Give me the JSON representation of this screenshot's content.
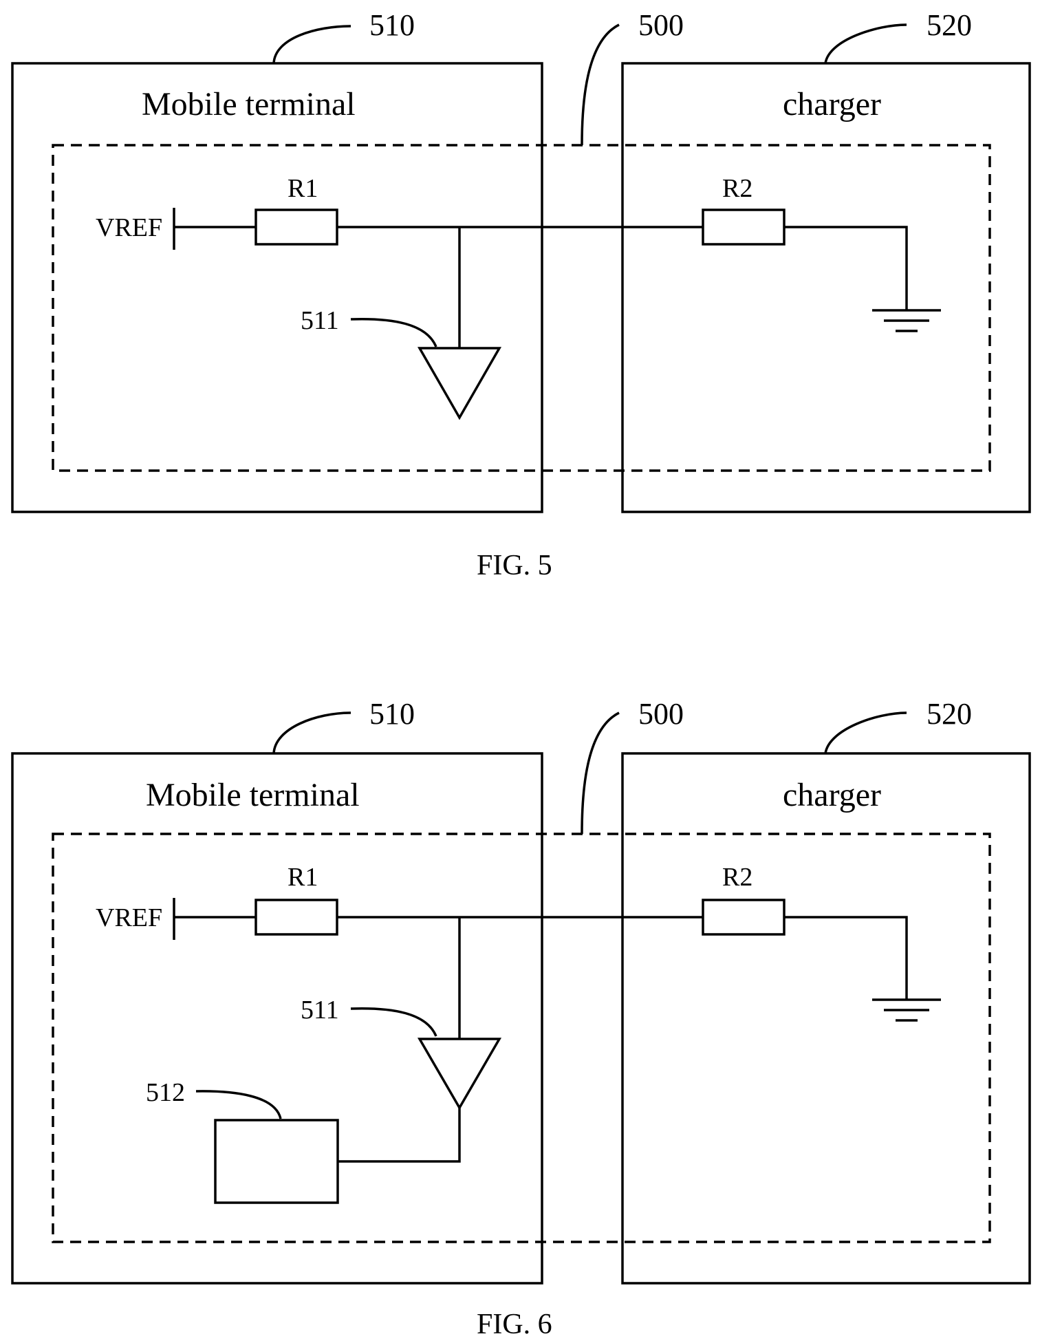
{
  "fig5": {
    "ref_terminal": "510",
    "ref_dashed": "500",
    "ref_charger": "520",
    "title_terminal": "Mobile terminal",
    "title_charger": "charger",
    "vref": "VREF",
    "r1": "R1",
    "r2": "R2",
    "ref_511": "511",
    "caption": "FIG. 5"
  },
  "fig6": {
    "ref_terminal": "510",
    "ref_dashed": "500",
    "ref_charger": "520",
    "title_terminal": "Mobile terminal",
    "title_charger": "charger",
    "vref": "VREF",
    "r1": "R1",
    "r2": "R2",
    "ref_511": "511",
    "ref_512": "512",
    "caption": "FIG. 6"
  }
}
